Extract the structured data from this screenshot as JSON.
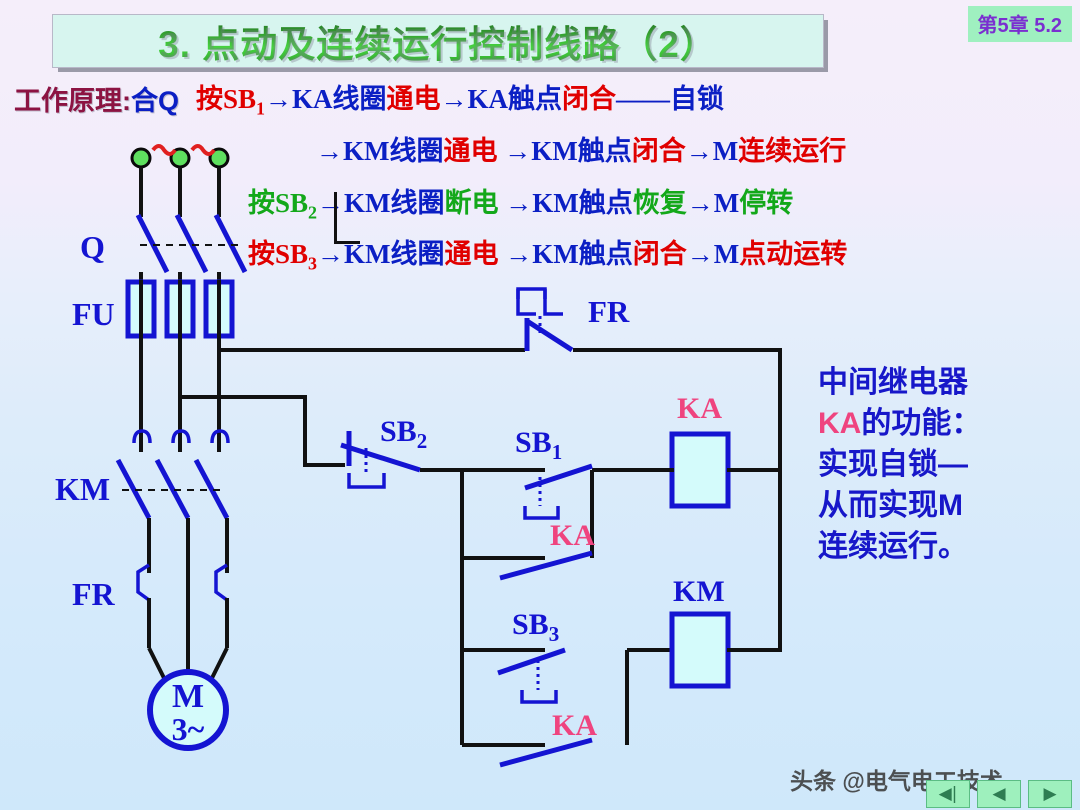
{
  "slide": {
    "title": "3. 点动及连续运行控制线路（2）",
    "chapter_badge": "第5章 5.2",
    "watermark": "头条 @电气电工技术"
  },
  "principle": {
    "label": "工作原理:",
    "prefix": "合Q",
    "lines": [
      {
        "id": "line1",
        "segments": [
          {
            "text": "按SB",
            "color": "red"
          },
          {
            "text": "1",
            "color": "red",
            "sub": true
          },
          {
            "text": "→KA线圈",
            "color": "blue"
          },
          {
            "text": "通电",
            "color": "red"
          },
          {
            "text": "→KA触点",
            "color": "blue"
          },
          {
            "text": "闭合",
            "color": "red"
          },
          {
            "text": "——自锁",
            "color": "blue"
          }
        ]
      },
      {
        "id": "line2",
        "segments": [
          {
            "text": "→KM线圈",
            "color": "blue"
          },
          {
            "text": "通电",
            "color": "red"
          },
          {
            "text": " →KM触点",
            "color": "blue"
          },
          {
            "text": "闭合",
            "color": "red"
          },
          {
            "text": "→M",
            "color": "blue"
          },
          {
            "text": "连续运行",
            "color": "red"
          }
        ]
      },
      {
        "id": "line3",
        "segments": [
          {
            "text": "按SB",
            "color": "green"
          },
          {
            "text": "2",
            "color": "green",
            "sub": true
          },
          {
            "text": "→KM线圈",
            "color": "blue"
          },
          {
            "text": "断电",
            "color": "green"
          },
          {
            "text": " →KM触点",
            "color": "blue"
          },
          {
            "text": "恢复",
            "color": "green"
          },
          {
            "text": "→M",
            "color": "blue"
          },
          {
            "text": "停转",
            "color": "green"
          }
        ]
      },
      {
        "id": "line4",
        "segments": [
          {
            "text": "按SB",
            "color": "red"
          },
          {
            "text": "3",
            "color": "red",
            "sub": true
          },
          {
            "text": "→KM线圈",
            "color": "blue"
          },
          {
            "text": "通电",
            "color": "red"
          },
          {
            "text": " →KM触点",
            "color": "blue"
          },
          {
            "text": "闭合",
            "color": "red"
          },
          {
            "text": "→M",
            "color": "blue"
          },
          {
            "text": "点动运转",
            "color": "red"
          }
        ]
      }
    ]
  },
  "description": {
    "lines": [
      {
        "pre": "中间继电器",
        "ka": "",
        "post": ""
      },
      {
        "pre": "",
        "ka": "KA",
        "post": "的功能："
      },
      {
        "pre": "实现自锁—",
        "ka": "",
        "post": ""
      },
      {
        "pre": "从而实现M",
        "ka": "",
        "post": ""
      },
      {
        "pre": "连续运行。",
        "ka": "",
        "post": ""
      }
    ]
  },
  "circuit": {
    "labels": {
      "disconnect": "Q",
      "fuse": "FU",
      "contactor_main": "KM",
      "overload_main": "FR",
      "motor_top": "M",
      "motor_bottom": "3~",
      "overload_ctrl": "FR",
      "stop_button": "SB",
      "stop_button_sub": "2",
      "start_button": "SB",
      "start_button_sub": "1",
      "jog_button": "SB",
      "jog_button_sub": "3",
      "relay_coil": "KA",
      "relay_contact_1": "KA",
      "relay_contact_2": "KA",
      "relay_contact_3": "KA",
      "contactor_coil": "KM",
      "ac_symbol": "~"
    },
    "colors": {
      "wire": "#111111",
      "device": "#1414d2",
      "device_fill": "#d4fbfb",
      "relay_label": "#ef447f",
      "terminal": "#5fe05f",
      "ac_mark": "#e02020",
      "motor_label": "#d61fa8"
    }
  },
  "nav": {
    "buttons": [
      {
        "name": "first-page-button",
        "glyph": "◀|"
      },
      {
        "name": "previous-page-button",
        "glyph": "◀"
      },
      {
        "name": "next-page-button",
        "glyph": "▶"
      }
    ]
  }
}
